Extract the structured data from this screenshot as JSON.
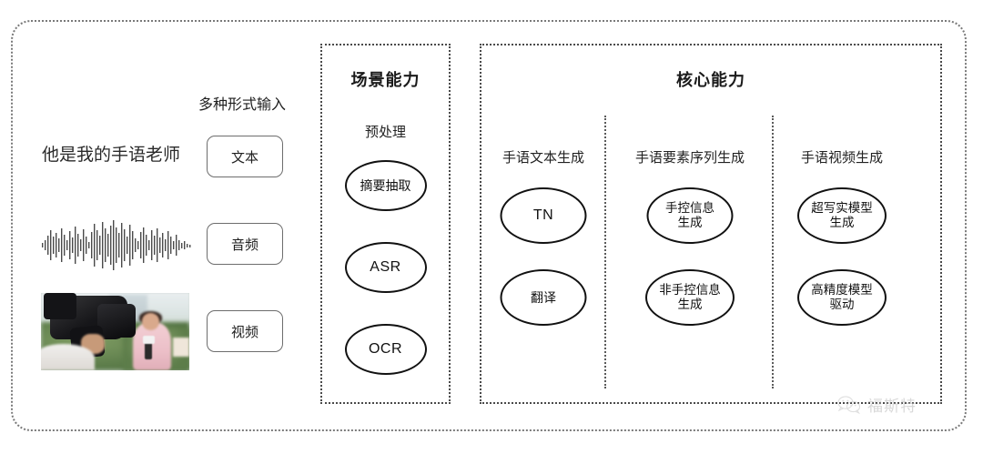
{
  "input_section": {
    "label": "多种形式输入",
    "sample_sentence": "他是我的手语老师",
    "modalities": [
      {
        "label": "文本",
        "media": "text"
      },
      {
        "label": "音频",
        "media": "waveform"
      },
      {
        "label": "视频",
        "media": "video-thumbnail"
      }
    ],
    "waveform_icon": "audio-waveform-icon",
    "video_icon": "video-thumbnail-image"
  },
  "scene_panel": {
    "title": "场景能力",
    "subtitle": "预处理",
    "nodes": [
      {
        "label": "摘要抽取"
      },
      {
        "label": "ASR"
      },
      {
        "label": "OCR"
      }
    ]
  },
  "core_panel": {
    "title": "核心能力",
    "columns": [
      {
        "heading": "手语文本生成",
        "nodes": [
          {
            "line1": "TN",
            "line2": ""
          },
          {
            "line1": "翻译",
            "line2": ""
          }
        ]
      },
      {
        "heading": "手语要素序列生成",
        "nodes": [
          {
            "line1": "手控信息",
            "line2": "生成"
          },
          {
            "line1": "非手控信息",
            "line2": "生成"
          }
        ]
      },
      {
        "heading": "手语视频生成",
        "nodes": [
          {
            "line1": "超写实模型",
            "line2": "生成"
          },
          {
            "line1": "高精度模型",
            "line2": "驱动"
          }
        ]
      }
    ]
  },
  "watermark": {
    "text": "福斯特",
    "icon": "wechat-logo-icon"
  },
  "colors": {
    "frame_border": "#7a7a7a",
    "panel_border": "#4a4a4a",
    "node_border": "#111111",
    "text": "#1f1f1f",
    "watermark": "#b9b9b9",
    "background": "#ffffff"
  }
}
